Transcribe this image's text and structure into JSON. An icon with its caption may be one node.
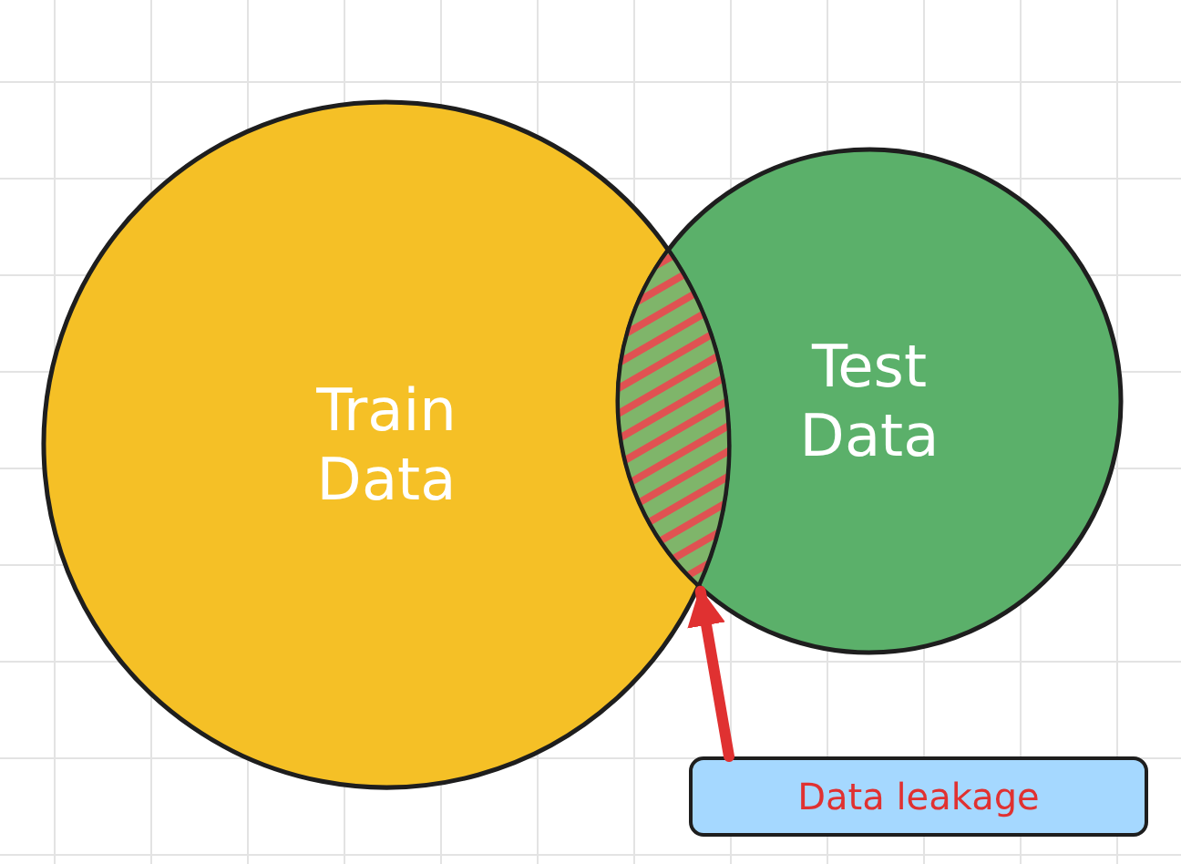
{
  "diagram": {
    "nodes": [
      {
        "text": [
          "Train Data"
        ]
      },
      {
        "text": [
          "Test Data"
        ]
      },
      {
        "text": [],
        "shape": "lens"
      },
      {
        "text": [
          "Data leakage"
        ]
      }
    ],
    "edges": [
      {
        "from": 3,
        "to": 2,
        "arrow": "to",
        "color": "#e03131"
      }
    ]
  }
}
